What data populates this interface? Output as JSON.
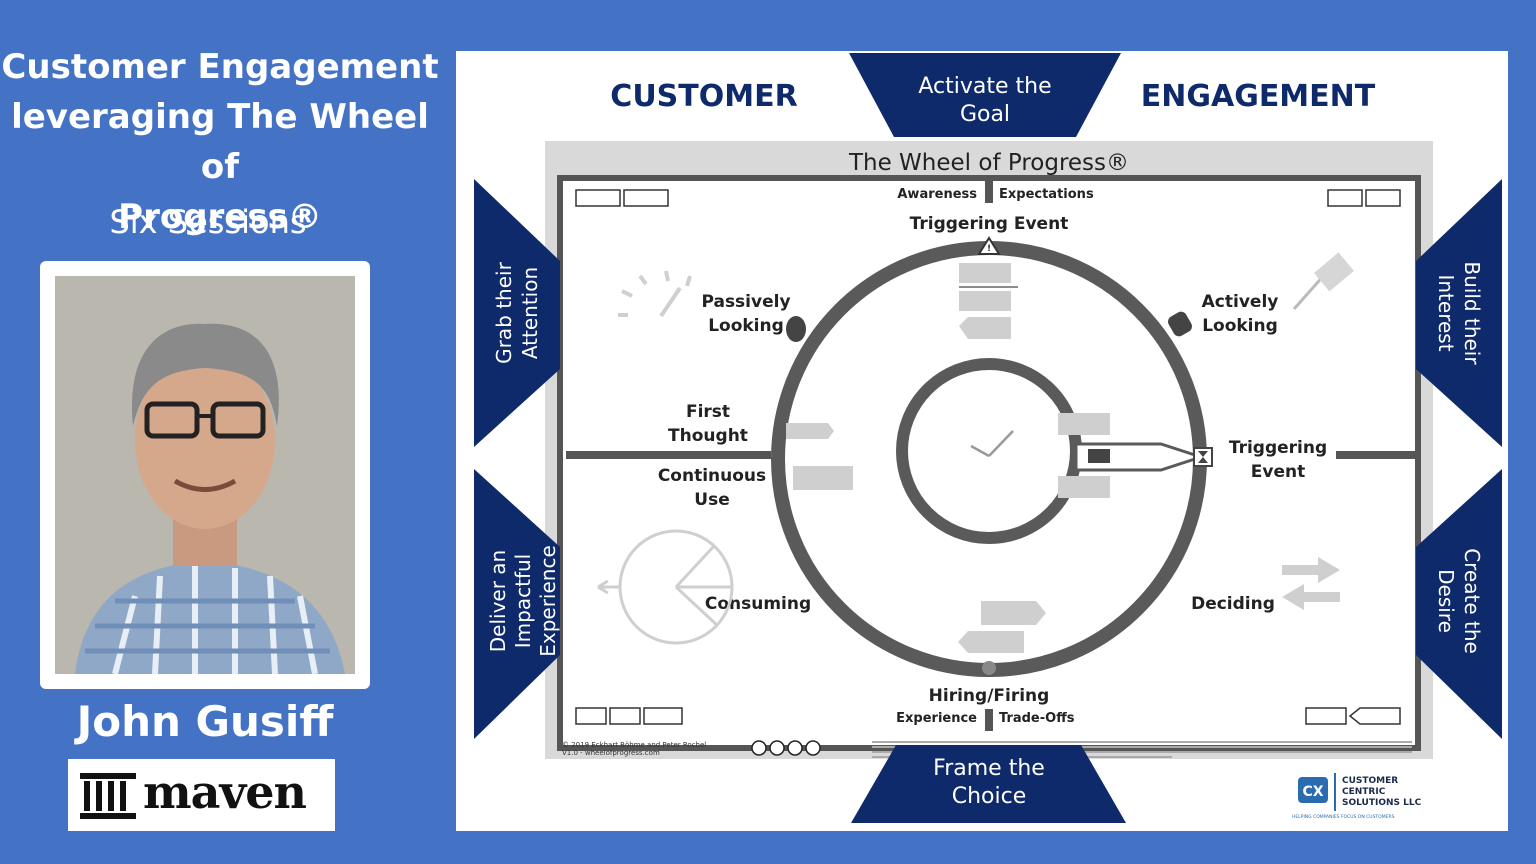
{
  "left": {
    "title_line1": "Customer Engagement",
    "title_line2": "leveraging The Wheel of",
    "title_line3": "Progress®",
    "subtitle": "Six Sessions",
    "presenter": "John Gusiff",
    "brand": "maven"
  },
  "diagram": {
    "header_left": "CUSTOMER",
    "header_right": "ENGAGEMENT",
    "top_tab": [
      "Activate the",
      "Goal"
    ],
    "bottom_tab": [
      "Frame the",
      "Choice"
    ],
    "left_upper_tab": [
      "Grab their",
      "Attention"
    ],
    "left_lower_tab": [
      "Deliver an",
      "Impactful",
      "Experience"
    ],
    "right_upper_tab": [
      "Build their",
      "Interest"
    ],
    "right_lower_tab": [
      "Create the",
      "Desire"
    ],
    "wheel_title": "The Wheel of Progress®",
    "awareness": "Awareness",
    "expectations": "Expectations",
    "experience": "Experience",
    "tradeoffs": "Trade-Offs",
    "triggering_event_top": "Triggering Event",
    "passively_looking": [
      "Passively",
      "Looking"
    ],
    "actively_looking": [
      "Actively",
      "Looking"
    ],
    "first_thought": [
      "First",
      "Thought"
    ],
    "continuous_use": [
      "Continuous",
      "Use"
    ],
    "triggering_event_right": [
      "Triggering",
      "Event"
    ],
    "consuming": "Consuming",
    "deciding": "Deciding",
    "hiring_firing": "Hiring/Firing",
    "footer_credit": "© 2019 Eckhart Böhme and Peter Rochel",
    "footer_version": "V1.0 - wheelofprogress.com",
    "cx_logo": "CX",
    "cx_company": [
      "CUSTOMER",
      "CENTRIC",
      "SOLUTIONS LLC"
    ],
    "cx_tagline": "HELPING COMPANIES FOCUS ON CUSTOMERS"
  },
  "colors": {
    "background": "#4472c4",
    "navy": "#0f2a6b",
    "wheel_gray": "#5a5a5a"
  }
}
